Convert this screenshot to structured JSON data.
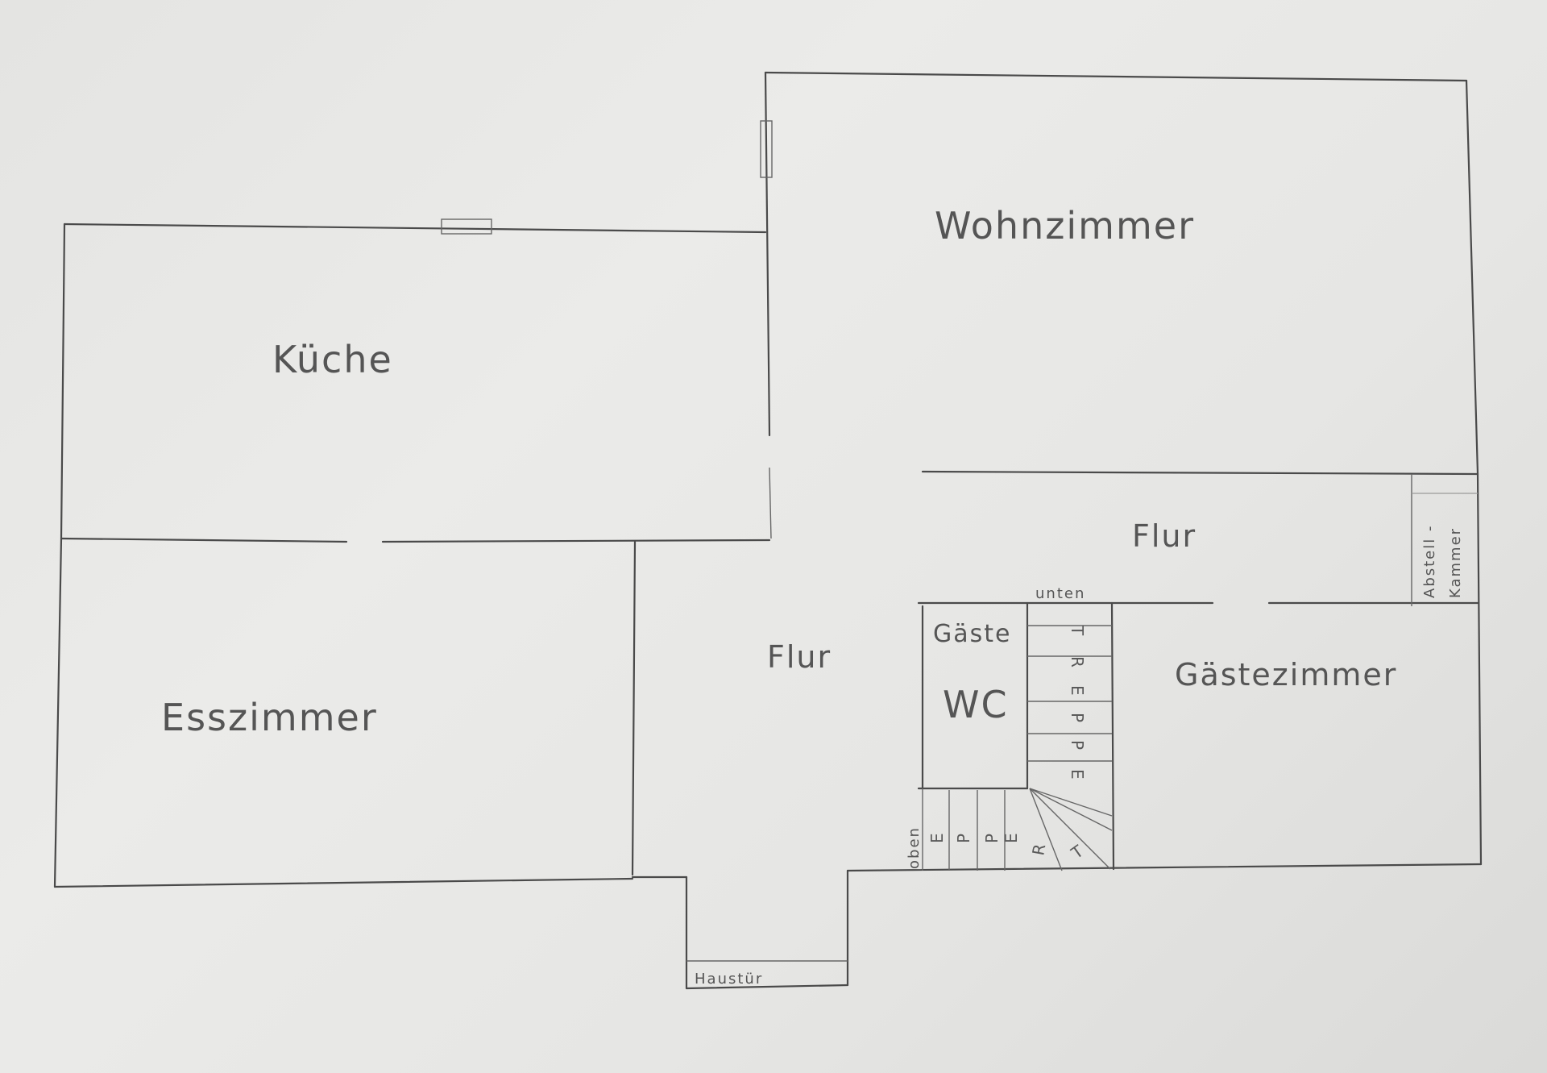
{
  "rooms": {
    "wohnzimmer": "Wohnzimmer",
    "kueche": "Küche",
    "esszimmer": "Esszimmer",
    "flur_upper": "Flur",
    "flur_lower": "Flur",
    "gaeste": "Gäste",
    "wc": "WC",
    "gaestezimmer": "Gästezimmer",
    "abstell_1": "Abstell -",
    "abstell_2": "Kammer",
    "haustuer": "Haustür"
  },
  "stairs": {
    "unten": "unten",
    "oben": "oben",
    "vertical_letters": [
      "T",
      "R",
      "E",
      "P",
      "P",
      "E"
    ],
    "horizontal_letters": [
      "T",
      "R",
      "E",
      "P",
      "P",
      "E"
    ]
  },
  "colors": {
    "paper": "#e8e8e6",
    "pencil": "#4a4a4a"
  }
}
